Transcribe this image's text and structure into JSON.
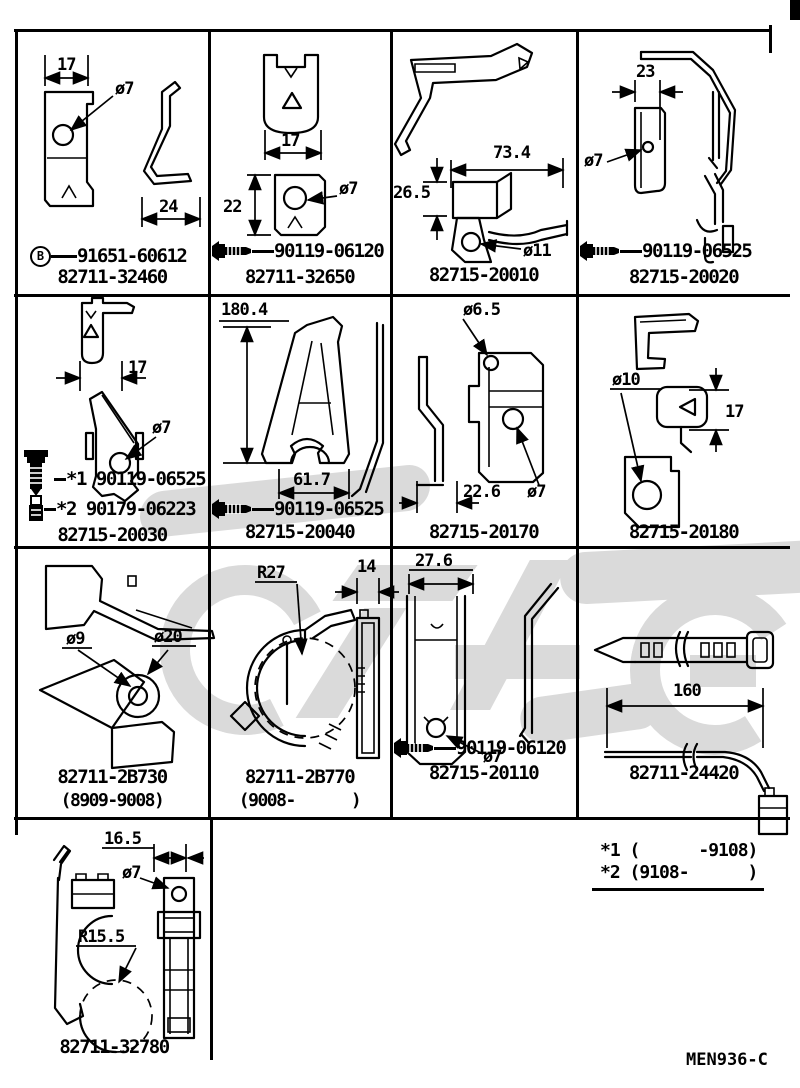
{
  "doc": {
    "code": "MEN936-C"
  },
  "legend": {
    "line1": "*1 (      -9108)",
    "line2": "*2 (9108-      )"
  },
  "cells": {
    "r1c1": {
      "part": "82711-32460",
      "hw_badge": "B",
      "hw_part": "91651-60612",
      "dim_w": "17",
      "dim_hole": "ø7",
      "dim_base": "24"
    },
    "r1c2": {
      "part": "82711-32650",
      "hw_part": "90119-06120",
      "dim_w": "17",
      "dim_h": "22",
      "dim_hole": "ø7"
    },
    "r1c3": {
      "part": "82715-20010",
      "dim_w": "73.4",
      "dim_h": "26.5",
      "dim_hole": "ø11"
    },
    "r1c4": {
      "part": "82715-20020",
      "hw_part": "90119-06525",
      "dim_w": "23",
      "dim_hole": "ø7"
    },
    "r2c1": {
      "part": "82715-20030",
      "hw1_mark": "*1",
      "hw1_part": "90119-06525",
      "hw2_mark": "*2",
      "hw2_part": "90179-06223",
      "dim_w": "17",
      "dim_hole": "ø7"
    },
    "r2c2": {
      "part": "82715-20040",
      "hw_part": "90119-06525",
      "dim_h": "180.4",
      "dim_w": "61.7"
    },
    "r2c3": {
      "part": "82715-20170",
      "dim_hole_top": "ø6.5",
      "dim_w": "22.6",
      "dim_hole": "ø7"
    },
    "r2c4": {
      "part": "82715-20180",
      "dim_hole": "ø10",
      "dim_h": "17"
    },
    "r3c1": {
      "part": "82711-2B730",
      "range": "(8909-9008)",
      "dim_hole": "ø9",
      "dim_boss": "ø20"
    },
    "r3c2": {
      "part": "82711-2B770",
      "range": "(9008-      )",
      "dim_r": "R27",
      "dim_w": "14"
    },
    "r3c3": {
      "part": "82715-20110",
      "hw_part": "90119-06120",
      "dim_w": "27.6",
      "dim_hole": "ø7"
    },
    "r3c4": {
      "part": "82711-24420",
      "dim_len": "160"
    },
    "r4c1": {
      "part": "82711-32780",
      "dim_w": "16.5",
      "dim_hole": "ø7",
      "dim_r": "R15.5"
    }
  }
}
